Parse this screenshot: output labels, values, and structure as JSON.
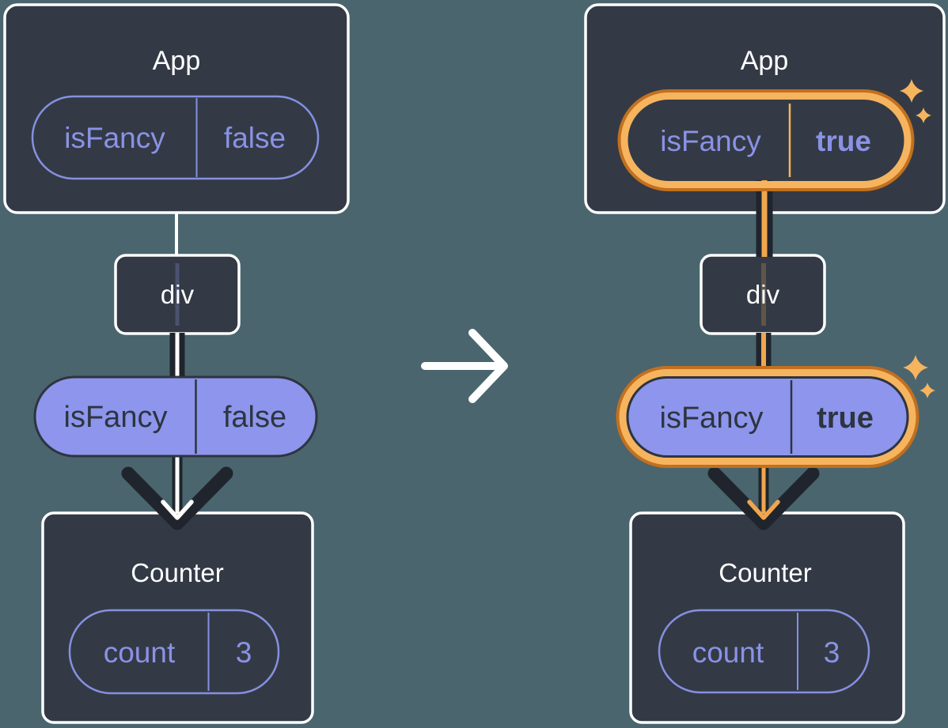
{
  "colors": {
    "background": "#4A656E",
    "node_fill": "#333A45",
    "node_border": "#FFFFFF",
    "purple_accent": "#8690E0",
    "purple_fill": "#8D96EC",
    "dark_ink": "#20252D",
    "dark_text": "#2E3440",
    "highlight_orange_dark": "#C2701F",
    "highlight_orange_light": "#F6B45F",
    "highlight_orange_core": "#F0A64E"
  },
  "before": {
    "app": {
      "title": "App",
      "prop_name": "isFancy",
      "prop_value": "false"
    },
    "div_label": "div",
    "passed_prop": {
      "name": "isFancy",
      "value": "false"
    },
    "counter": {
      "title": "Counter",
      "state_name": "count",
      "state_value": "3"
    }
  },
  "after": {
    "app": {
      "title": "App",
      "prop_name": "isFancy",
      "prop_value": "true"
    },
    "div_label": "div",
    "passed_prop": {
      "name": "isFancy",
      "value": "true"
    },
    "counter": {
      "title": "Counter",
      "state_name": "count",
      "state_value": "3"
    }
  },
  "icons": {
    "transition": "arrow-right",
    "highlight": "sparkles"
  }
}
